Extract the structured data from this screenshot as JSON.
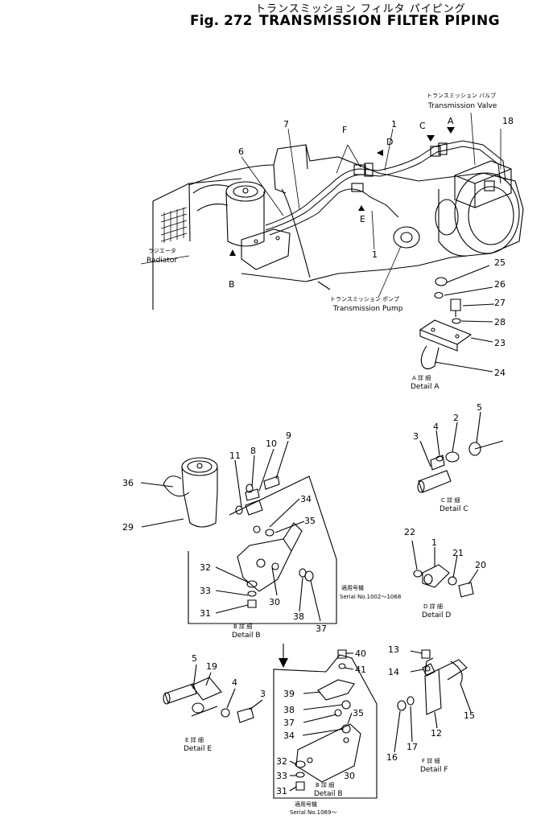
{
  "header": {
    "japanese_title": "トランスミッション フィルタ パイピング",
    "fig_label": "Fig. 272",
    "title": "TRANSMISSION FILTER PIPING"
  },
  "labels": {
    "trans_valve_jp": "トランスミッション バルブ",
    "trans_valve": "Transmission Valve",
    "radiator_jp": "ラジエータ",
    "radiator": "Radiator",
    "trans_pump_jp": "トランスミッション ポンプ",
    "trans_pump": "Transmission Pump",
    "detail_a_jp": "A 詳 細",
    "detail_a": "Detail A",
    "detail_b_jp": "B 詳 細",
    "detail_b": "Detail B",
    "detail_c_jp": "C 詳 細",
    "detail_c": "Detail C",
    "detail_d_jp": "D 詳 細",
    "detail_d": "Detail D",
    "detail_e_jp": "E 詳 細",
    "detail_e": "Detail E",
    "detail_f_jp": "F 詳 細",
    "detail_f": "Detail F",
    "detail_b2_jp": "B 詳 細",
    "detail_b2": "Detail B",
    "serial1_jp": "適用号機",
    "serial1": "Serial No.1002～1068",
    "serial2_jp": "適用号機",
    "serial2": "Serial No.1069～"
  },
  "view_letters": {
    "A": "A",
    "B": "B",
    "C": "C",
    "D": "D",
    "E": "E",
    "F": "F"
  },
  "part_numbers": {
    "p1": "1",
    "p1b": "1",
    "p1d": "1",
    "p2": "2",
    "p3": "3",
    "p3e": "3",
    "p4": "4",
    "p4e": "4",
    "p5": "5",
    "p5e": "5",
    "p6": "6",
    "p7": "7",
    "p8": "8",
    "p9": "9",
    "p10": "10",
    "p11": "11",
    "p12": "12",
    "p13": "13",
    "p14": "14",
    "p15": "15",
    "p16": "16",
    "p17": "17",
    "p18": "18",
    "p19": "19",
    "p20": "20",
    "p21": "21",
    "p22": "22",
    "p23": "23",
    "p24": "24",
    "p25": "25",
    "p26": "26",
    "p27": "27",
    "p28": "28",
    "p29": "29",
    "p30": "30",
    "p30b": "30",
    "p31": "31",
    "p31b": "31",
    "p32": "32",
    "p32b": "32",
    "p33": "33",
    "p33b": "33",
    "p34": "34",
    "p34b": "34",
    "p35": "35",
    "p35b": "35",
    "p36": "36",
    "p37": "37",
    "p37b": "37",
    "p38": "38",
    "p38b": "38",
    "p39": "39",
    "p40": "40",
    "p41": "41"
  }
}
